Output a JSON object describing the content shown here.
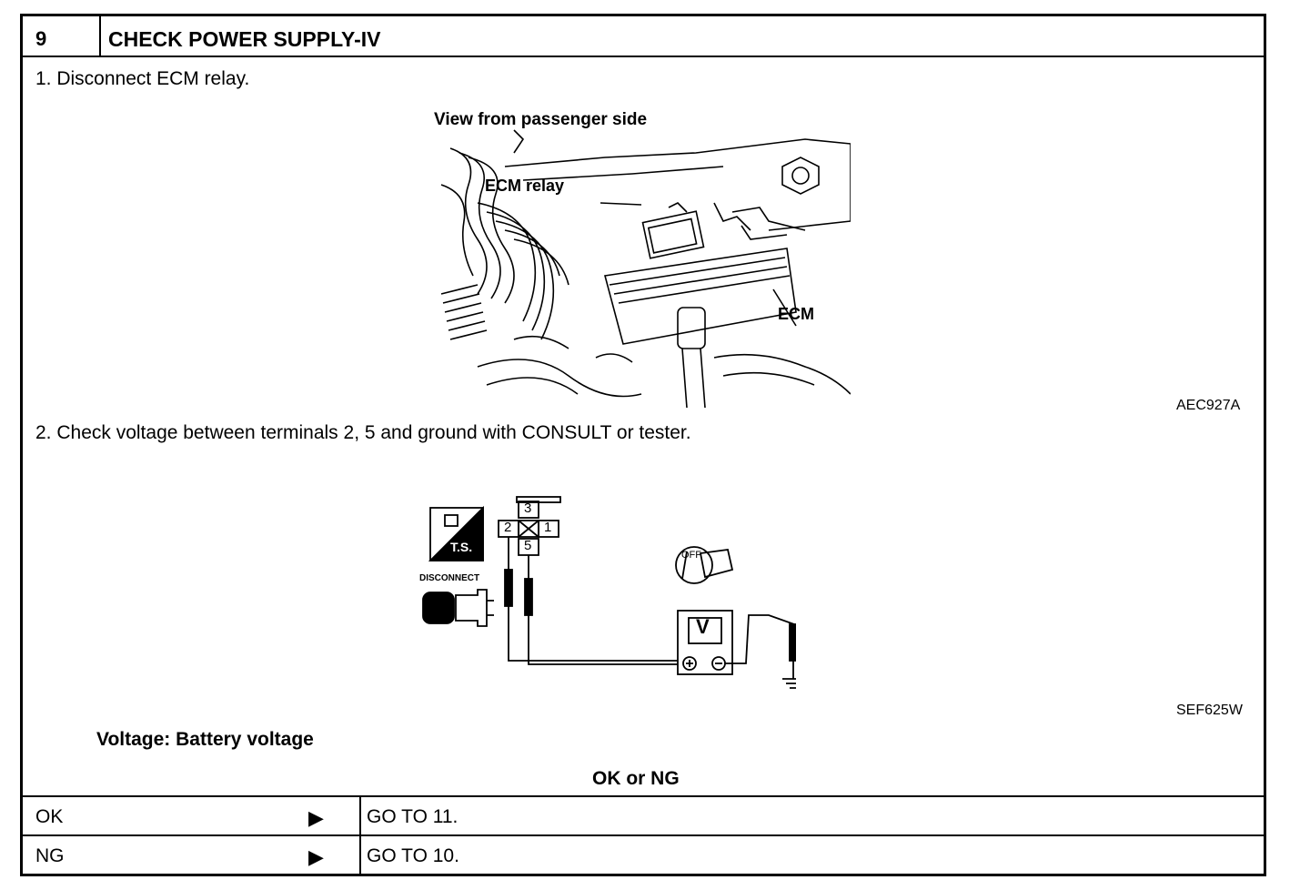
{
  "step": {
    "number": "9",
    "title": "CHECK POWER SUPPLY-IV"
  },
  "instructions": {
    "step1": "1.  Disconnect ECM relay.",
    "step2": "2.  Check voltage between terminals 2, 5 and ground with CONSULT or tester."
  },
  "figure1": {
    "view_label": "View from passenger side",
    "relay_label": "ECM relay",
    "ecm_label": "ECM",
    "code": "AEC927A"
  },
  "figure2": {
    "ts_label": "T.S.",
    "disconnect_label": "DISCONNECT",
    "terminal_top": "3",
    "terminal_left": "2",
    "terminal_right": "1",
    "terminal_bottom": "5",
    "ignition_label": "OFF",
    "meter_label": "V",
    "code": "SEF625W"
  },
  "spec": "Voltage: Battery voltage",
  "result": {
    "question": "OK or NG",
    "rows": [
      {
        "label": "OK",
        "arrow": "▶",
        "action": "GO TO 11."
      },
      {
        "label": "NG",
        "arrow": "▶",
        "action": "GO TO 10."
      }
    ]
  }
}
